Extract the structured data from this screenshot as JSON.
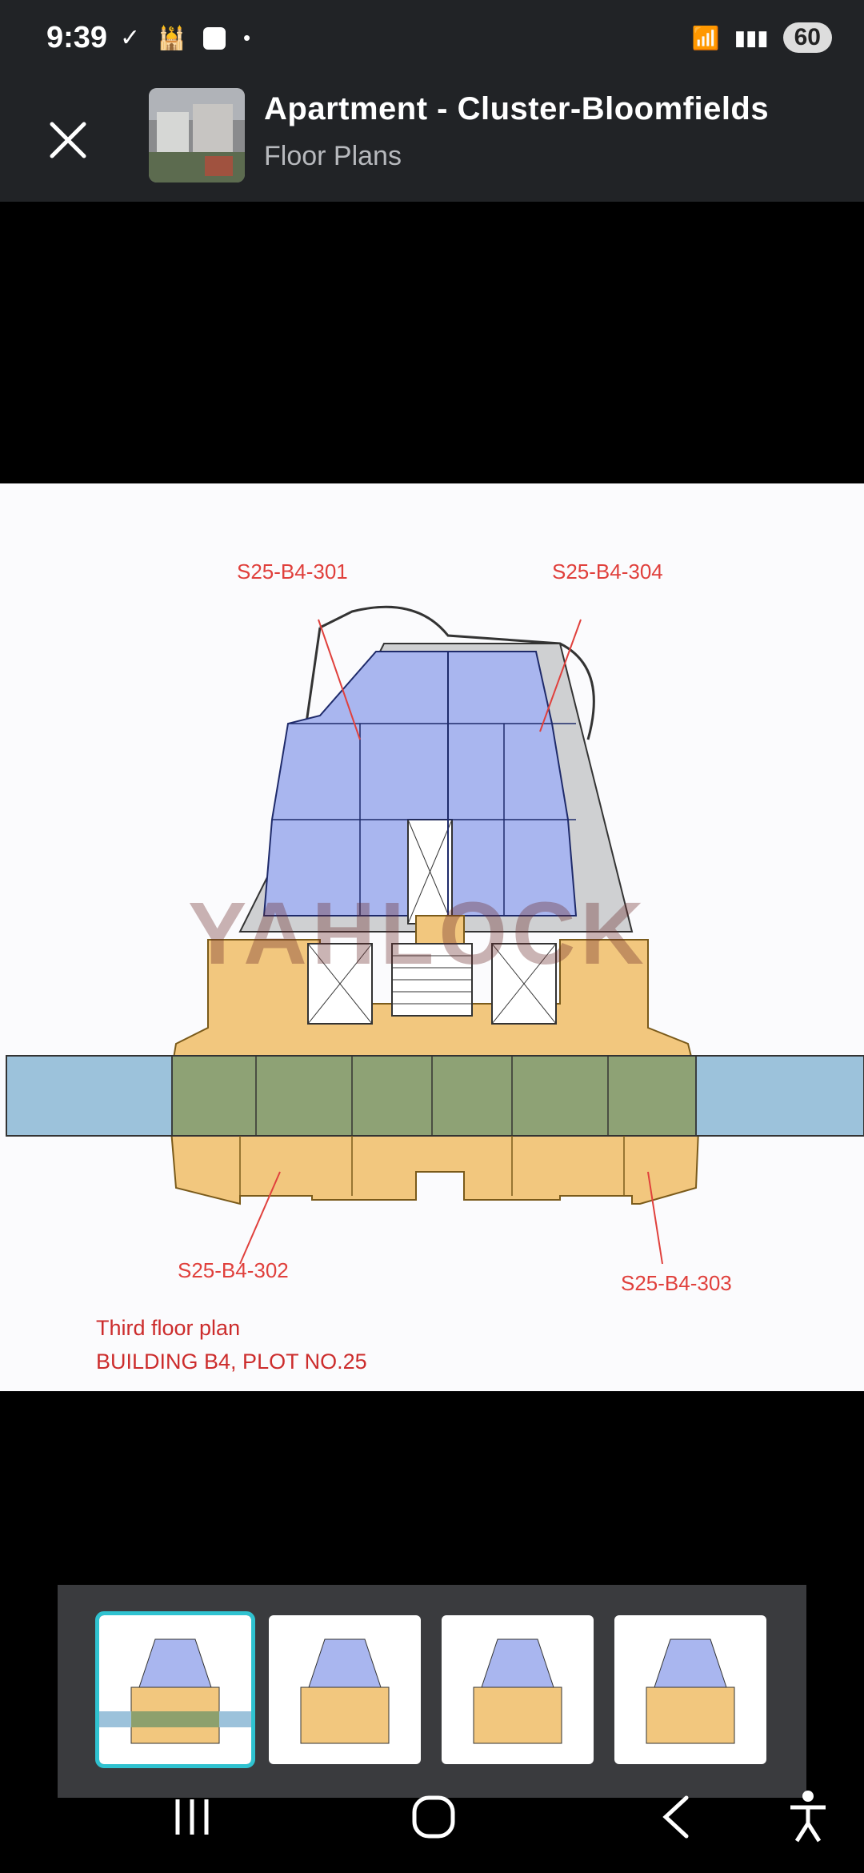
{
  "status": {
    "time": "9:39",
    "battery": "60"
  },
  "header": {
    "title": "Apartment - Cluster-Bloomfields",
    "subtitle": "Floor Plans"
  },
  "plan": {
    "labels": {
      "top_left": "S25-B4-301",
      "top_right": "S25-B4-304",
      "bottom_left": "S25-B4-302",
      "bottom_right": "S25-B4-303"
    },
    "watermark": "YAHLOCK",
    "caption_line1": "Third floor plan",
    "caption_line2": "BUILDING B4, PLOT NO.25"
  },
  "colors": {
    "blue_unit": "#a9b6ef",
    "yellow_unit": "#f2c77e",
    "green_band": "#8da06d",
    "water_band": "#9cc2db",
    "accent": "#2fc2d0"
  }
}
